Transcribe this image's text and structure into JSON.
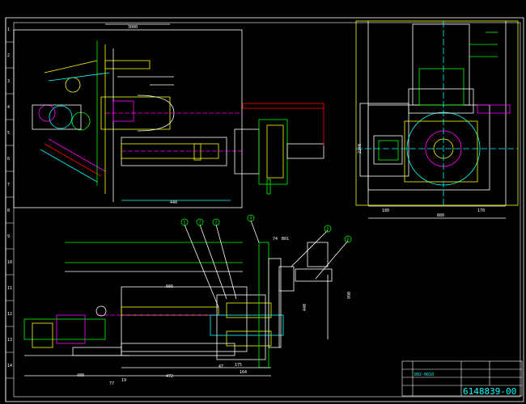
{
  "drawing": {
    "colors": {
      "background": "#000000",
      "frame": "#ffffff",
      "green": "#00ff00",
      "yellow": "#ffff00",
      "cyan": "#00ffff",
      "red": "#ff0000",
      "magenta": "#ff00ff",
      "blue": "#0000ff",
      "white": "#ffffff"
    },
    "title_block": {
      "part_code": "802-0610",
      "drawing_number": "6148839-00"
    },
    "dimensions": {
      "top_view_width": "3000",
      "top_view_length": "440",
      "side_view_widths": [
        "180",
        "880",
        "170"
      ],
      "side_view_height": "2240",
      "front_widths": [
        "400",
        "77",
        "19",
        "472"
      ],
      "front_mid": [
        "47",
        "175",
        "164"
      ],
      "front_vertical": [
        "440",
        "990"
      ],
      "front_top": [
        "74",
        "B01"
      ],
      "front_span": "666"
    },
    "balloons": [
      "1",
      "2",
      "3",
      "4",
      "5",
      "6"
    ],
    "row_numbers": [
      "1",
      "2",
      "3",
      "4",
      "5",
      "6",
      "7",
      "8",
      "9",
      "10",
      "11",
      "12",
      "13",
      "14"
    ]
  }
}
